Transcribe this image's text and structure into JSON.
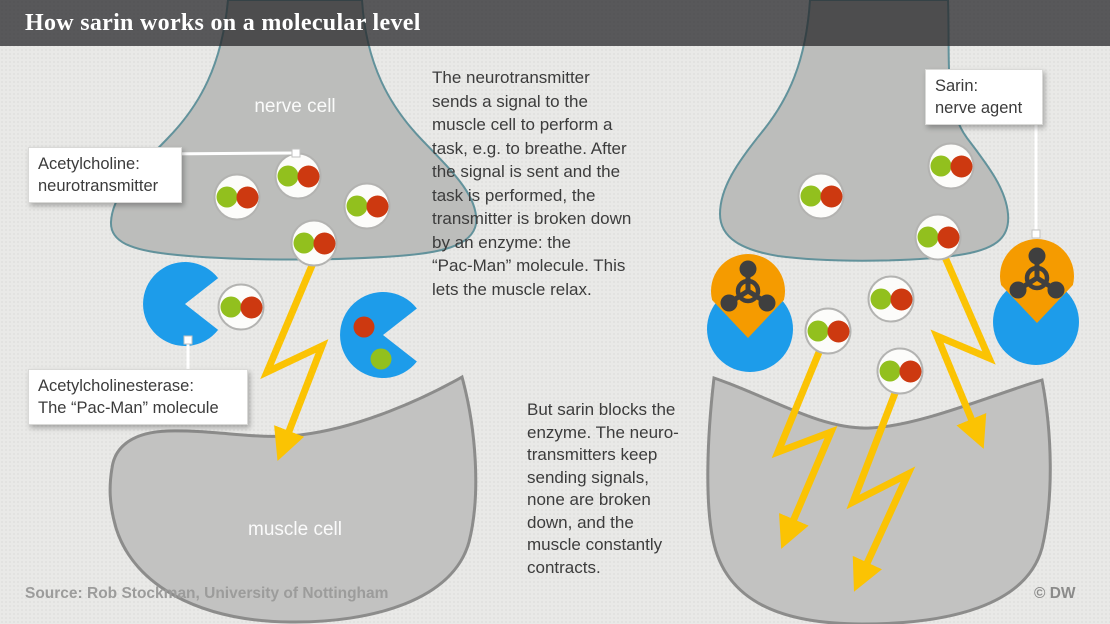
{
  "header": {
    "title": "How sarin works on a molecular level"
  },
  "diagram_labels": {
    "nerve_cell": "nerve cell",
    "muscle_cell": "muscle cell"
  },
  "callouts": {
    "acetylcholine": "Acetylcholine:\nneurotransmitter",
    "acetylcholinesterase": "Acetylcholinesterase:\nThe “Pac-Man” molecule",
    "sarin": "Sarin:\nnerve agent"
  },
  "paragraphs": {
    "normal_function": "The neurotransmitter\nsends a signal to the\nmuscle cell to perform a\ntask, e.g. to breathe. After\nthe signal is sent and the\ntask is performed, the\ntransmitter is broken down\nby an enzyme: the\n“Pac-Man” molecule. This\nlets the muscle relax.",
    "sarin_effect": "But sarin blocks the\nenzyme. The neuro-\ntransmitters keep\nsending signals,\nnone are broken\ndown, and the\nmuscle constantly\ncontracts."
  },
  "footer": {
    "source": "Source: Rob Stockman, University of Nottingham",
    "credit": "© DW"
  },
  "colors": {
    "background": "#e9e9e7",
    "title_bar": "#4e4e50",
    "nerve_cell_fill": "#bcbdbb",
    "nerve_cell_outline": "#62929b",
    "muscle_cell_fill": "#c2c2c1",
    "muscle_cell_outline": "#8c8c8b",
    "pac_man_blue": "#1d9cea",
    "sarin_orange": "#f59b00",
    "chem_symbol_dark": "#3f3f3f",
    "molecule_green": "#92c01e",
    "molecule_red": "#cd3910",
    "lightning_yellow": "#fbc303"
  }
}
